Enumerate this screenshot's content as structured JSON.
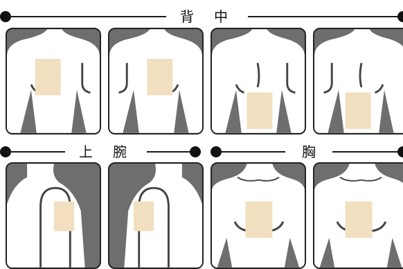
{
  "sections": {
    "back": {
      "label_1": "背",
      "label_2": "中"
    },
    "upper_arm": {
      "label_1": "上",
      "label_2": "腕"
    },
    "chest": {
      "label": "胸"
    }
  },
  "colors": {
    "panel_bg": "#6e6e6e",
    "body": "#ffffff",
    "patch": "#f1dfbf",
    "outline": "#444444"
  },
  "panels": [
    {
      "section": "back",
      "icon": "back-left-patch-icon"
    },
    {
      "section": "back",
      "icon": "back-right-patch-icon"
    },
    {
      "section": "back",
      "icon": "lower-back-left-patch-icon"
    },
    {
      "section": "back",
      "icon": "lower-back-right-patch-icon"
    },
    {
      "section": "upper_arm",
      "icon": "right-upper-arm-patch-icon"
    },
    {
      "section": "upper_arm",
      "icon": "left-upper-arm-patch-icon"
    },
    {
      "section": "chest",
      "icon": "chest-right-patch-icon"
    },
    {
      "section": "chest",
      "icon": "chest-left-patch-icon"
    }
  ]
}
